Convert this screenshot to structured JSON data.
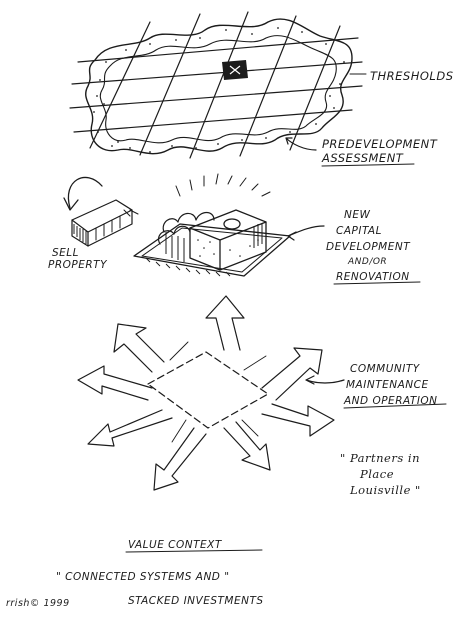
{
  "labels": {
    "thresholds": "THRESHOLDS",
    "predevelopment_line1": "PREDEVELOPMENT",
    "predevelopment_line2": "ASSESSMENT",
    "sell_line1": "SELL",
    "sell_line2": "PROPERTY",
    "new_line1": "NEW",
    "new_line2": "CAPITAL",
    "new_line3": "DEVELOPMENT",
    "new_line4": "AND/OR",
    "new_line5": "RENOVATION",
    "community_line1": "COMMUNITY",
    "community_line2": "MAINTENANCE",
    "community_line3": "AND OPERATION",
    "partners_line1": "\" Partners in",
    "partners_line2": "Place",
    "partners_line3": "Louisville \"",
    "value_context": "VALUE CONTEXT",
    "quote_line1": "\" CONNECTED SYSTEMS AND \"",
    "quote_line2": "STACKED INVESTMENTS",
    "signature": "rrish© 1999"
  },
  "colors": {
    "ink": "#1c1c1c",
    "paper": "#ffffff"
  }
}
